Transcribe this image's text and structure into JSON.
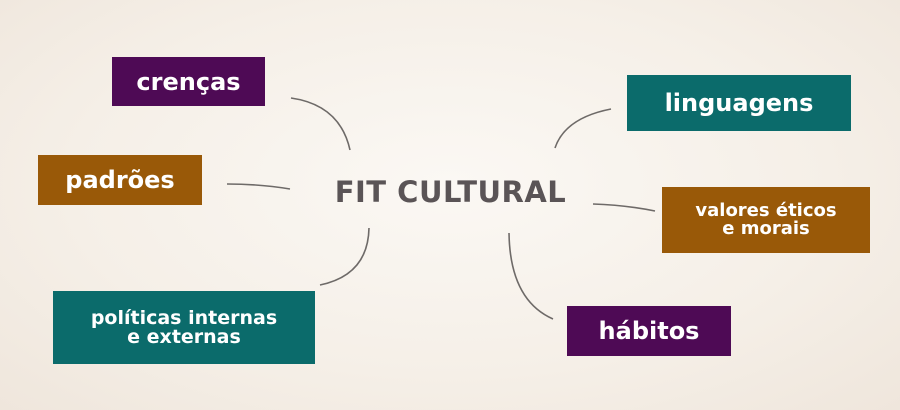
{
  "diagram": {
    "center": {
      "label": "FIT CULTURAL"
    },
    "colors": {
      "purple": "#4e0a55",
      "brown": "#995908",
      "teal": "#0b6b6b",
      "center_text": "#5a5456",
      "connector": "#6e6a68"
    },
    "nodes": [
      {
        "id": "crencas",
        "line1": "crenças",
        "line2": "",
        "color": "purple",
        "side": "left"
      },
      {
        "id": "padroes",
        "line1": "padrões",
        "line2": "",
        "color": "brown",
        "side": "left"
      },
      {
        "id": "politicas",
        "line1": "políticas internas",
        "line2": "e externas",
        "color": "teal",
        "side": "left"
      },
      {
        "id": "linguagens",
        "line1": "linguagens",
        "line2": "",
        "color": "teal",
        "side": "right"
      },
      {
        "id": "valores",
        "line1": "valores éticos",
        "line2": "e morais",
        "color": "brown",
        "side": "right"
      },
      {
        "id": "habitos",
        "line1": "hábitos",
        "line2": "",
        "color": "purple",
        "side": "right"
      }
    ]
  }
}
